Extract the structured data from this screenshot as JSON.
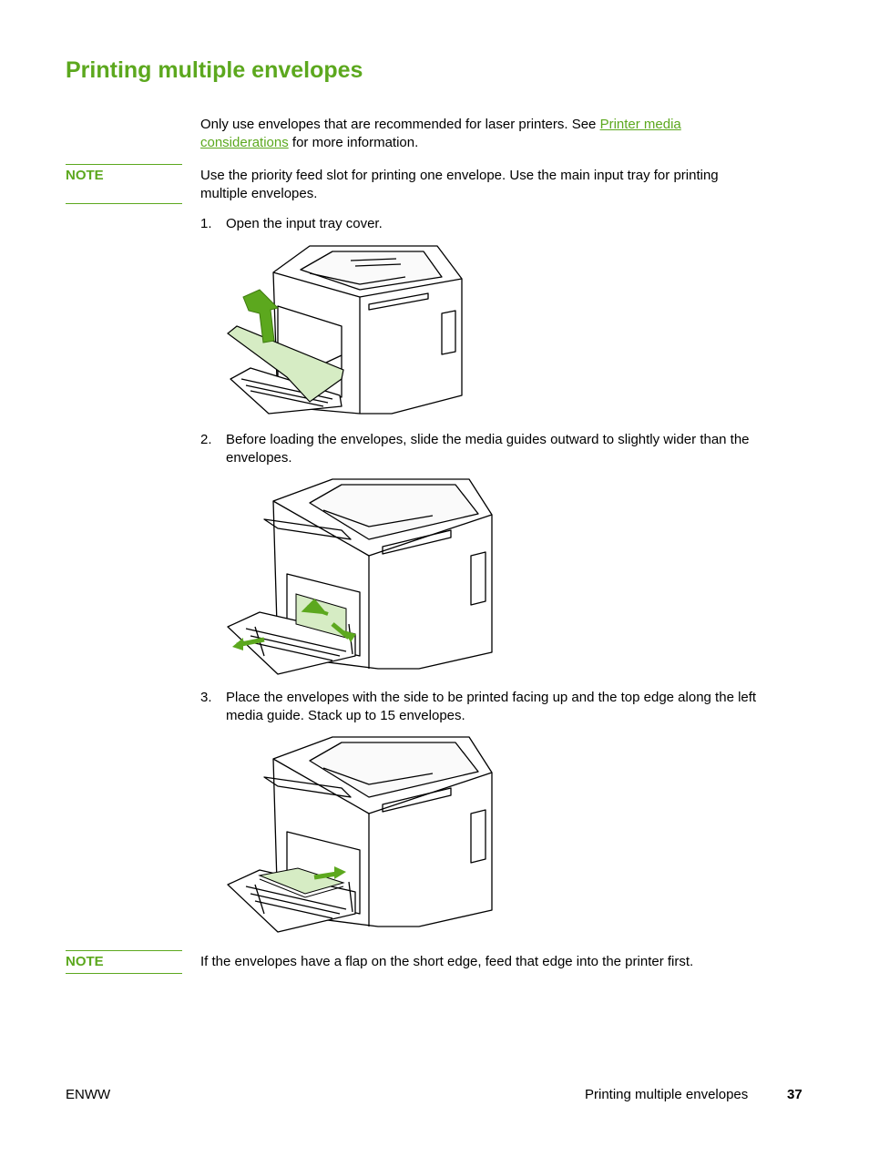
{
  "title": "Printing multiple envelopes",
  "intro": {
    "before_link": "Only use envelopes that are recommended for laser printers. See ",
    "link_line1": "Printer media",
    "link_line2": "considerations",
    "after_link": " for more information."
  },
  "note1": {
    "label": "NOTE",
    "line1": "Use the priority feed slot for printing one envelope. Use the main input tray for printing",
    "line2": "multiple envelopes."
  },
  "steps": [
    {
      "num": "1.",
      "line1": "Open the input tray cover.",
      "line2": ""
    },
    {
      "num": "2.",
      "line1": "Before loading the envelopes, slide the media guides outward to slightly wider than the",
      "line2": "envelopes."
    },
    {
      "num": "3.",
      "line1": "Place the envelopes with the side to be printed facing up and the top edge along the left",
      "line2": "media guide. Stack up to 15 envelopes."
    }
  ],
  "note2": {
    "label": "NOTE",
    "text": "If the envelopes have a flap on the short edge, feed that edge into the printer first."
  },
  "footer": {
    "left": "ENWW",
    "section": "Printing multiple envelopes",
    "page": "37"
  },
  "colors": {
    "accent": "#5ca81e",
    "highlight": "#d6ecc4"
  }
}
